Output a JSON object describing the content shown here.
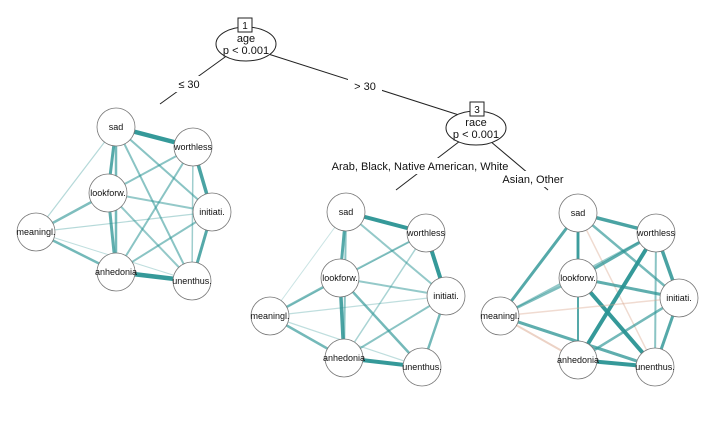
{
  "tree": {
    "splits": [
      {
        "id": "1",
        "variable": "age",
        "pvalue": "p < 0.001"
      },
      {
        "id": "3",
        "variable": "race",
        "pvalue": "p < 0.001"
      }
    ],
    "edge_labels": {
      "age_left": "≤ 30",
      "age_right": "> 30",
      "race_left": "Arab, Black, Native American, White",
      "race_right": "Asian, Other"
    }
  },
  "networks": {
    "node_labels": {
      "sad": "sad",
      "worthless": "worthless",
      "lookforw": "lookforw.",
      "initiati": "initiati.",
      "meaningl": "meaningl.",
      "anhedonia": "anhedonia",
      "unenthus": "unenthus."
    },
    "colors": {
      "positive": "#2a9393",
      "negative": "#d9a58c"
    }
  }
}
